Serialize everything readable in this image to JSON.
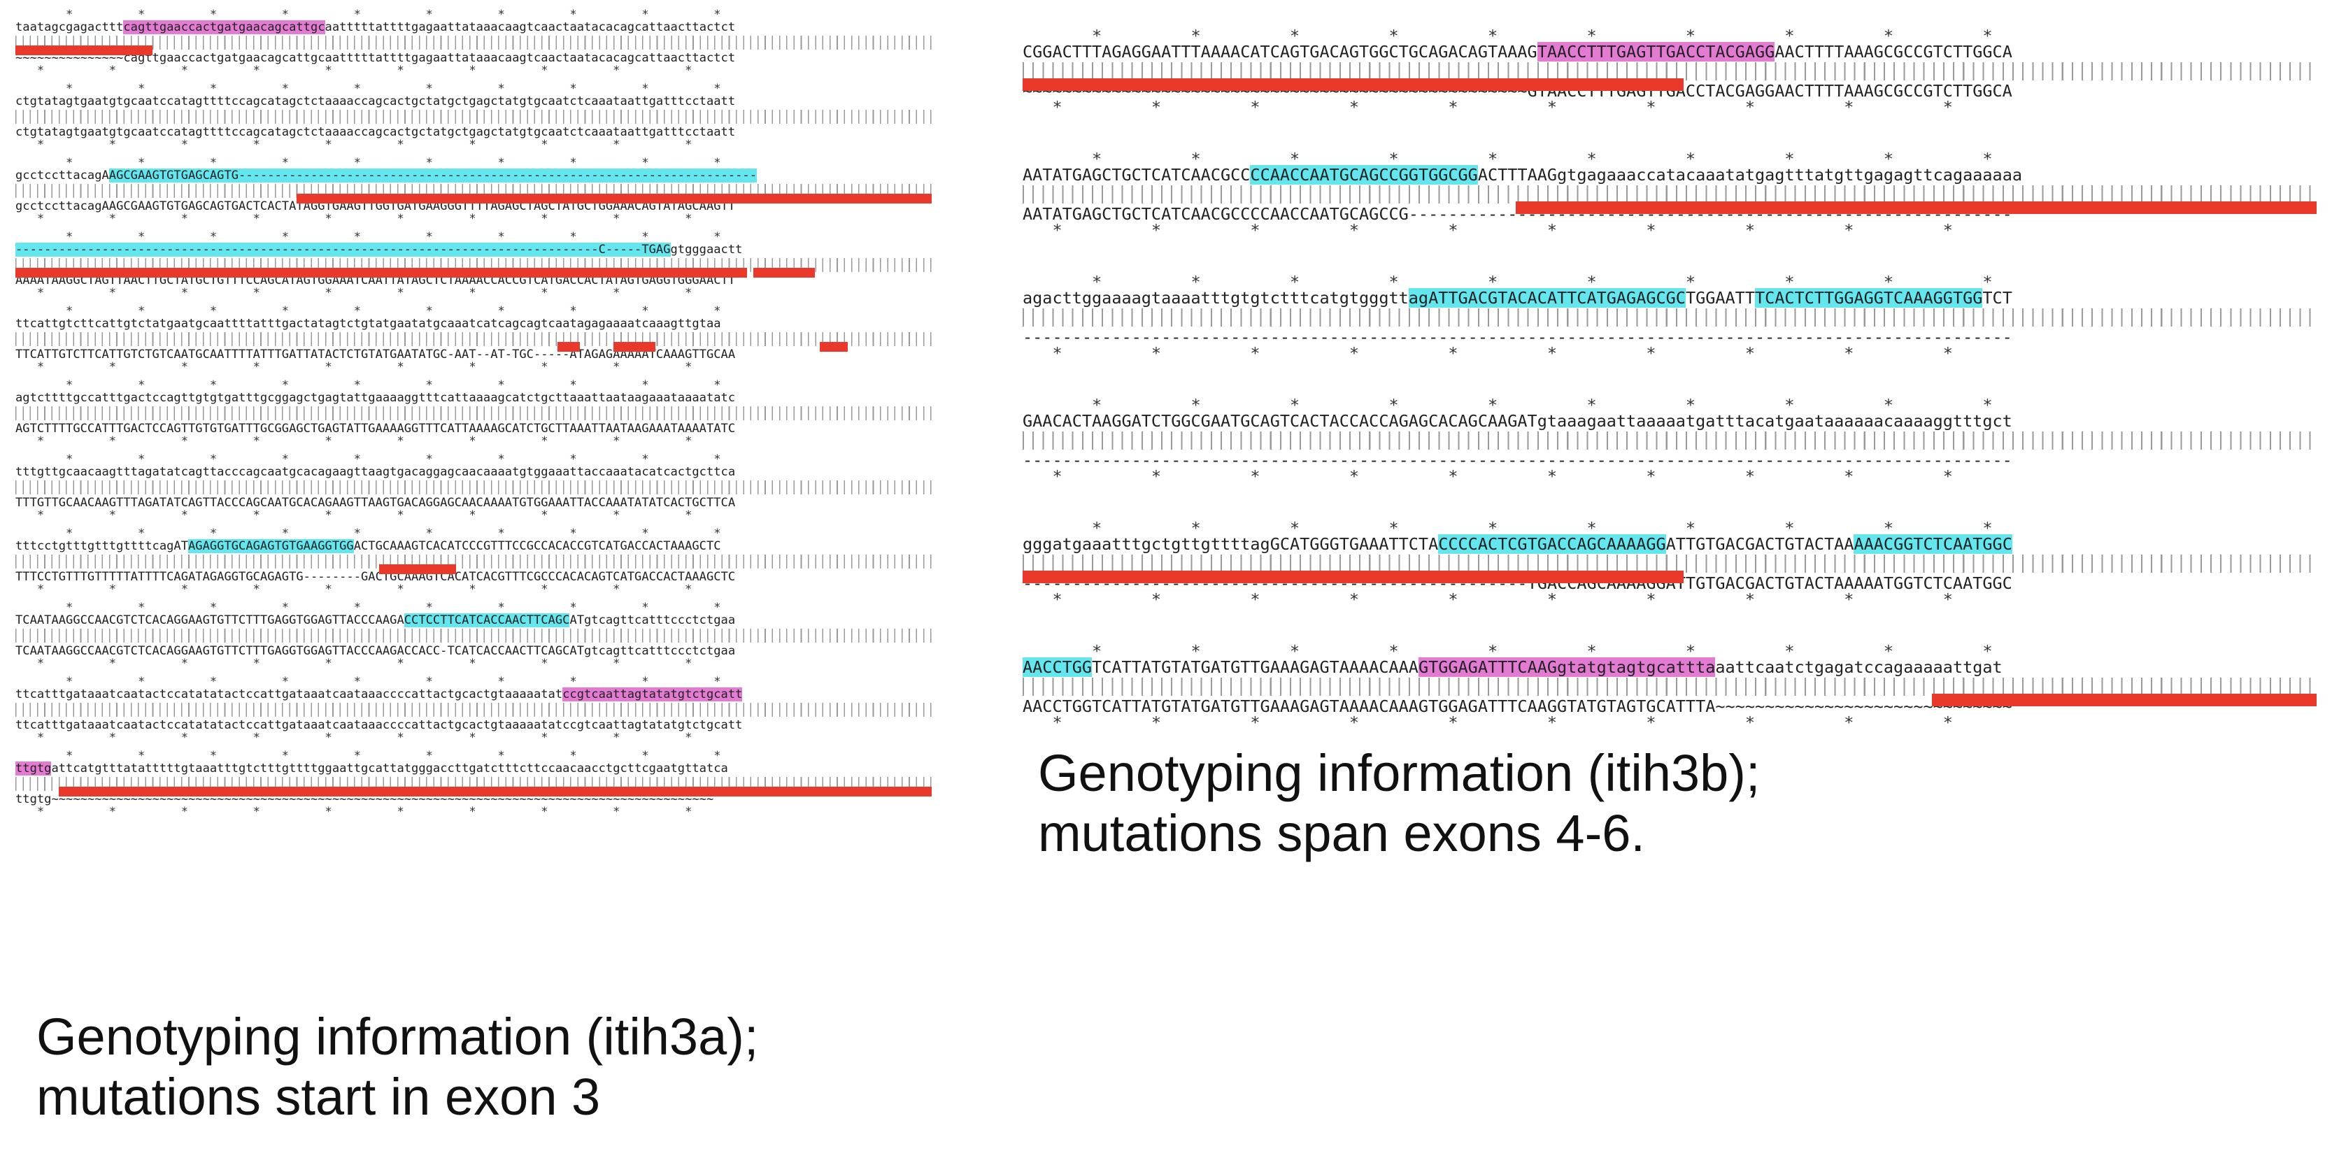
{
  "panel_a": {
    "caption_line1": "Genotyping information (itih3a);",
    "caption_line2": "mutations start in exon 3",
    "rows": [
      {
        "top_pre": "taatagcgagacttt",
        "top_hl": "cagttgaaccactgatgaacagcattgc",
        "top_post": "aatttttattttgagaattataaacaagtcaactaatacacagcattaacttactct",
        "bottom": "~~~~~~~~~~~~~~~cagttgaaccactgatgaacagcattgcaatttttattttgagaattataaacaagtcaactaatacacagcattaacttactct"
      },
      {
        "top_pre": "ctgtatagtgaatgtgcaatccatagttttccagcatagctctaaaaccagcactgctatgctgagctatgtgcaatctcaaataattgatttcctaatt",
        "top_hl": "",
        "top_post": "",
        "bottom": "ctgtatagtgaatgtgcaatccatagttttccagcatagctctaaaaccagcactgctatgctgagctatgtgcaatctcaaataattgatttcctaatt"
      },
      {
        "top_pre": "gcctccttacagA",
        "top_hl": "AGCGAAGTGTGAGCAGTG------------------------------------------------------------------------",
        "top_post": "",
        "bottom": "gcctccttacagAAGCGAAGTGTGAGCAGTGACTCACTATAGGTGAAGTTGGTGATGAAGGGTTTTAGAGCTAGCTATGCTGGAAACAGTATAGCAAGTT"
      },
      {
        "top_pre": "",
        "top_hl": "---------------------------------------------------------------------------------C-----TGAG",
        "top_post": "gtgggaactt",
        "bottom": "AAAATAAGGCTAGTTAACTTGCTATGCTGTTTCCAGCATAGTGGAAATCAATTATAGCTCTAAAACCACCGTCATGACCACTATAGTGAGGTGGGAACTT"
      },
      {
        "top_pre": "ttcattgtcttcattgtctatgaatgcaattttatttgactatagtctgtatgaatatgcaaatcatcagcagtcaatagagaa",
        "top_hl": "",
        "top_post": "aatcaaagttgtaa",
        "bottom": "TTCATTGTCTTCATTGTCTGTCAATGCAATTTTATTTGATTATACTCTGTATGAATATGC-AAT--AT-TGC-----ATAGAGAAAAATCAAAGTTGCAA"
      },
      {
        "top_pre": "agtcttttgccatttgactccagttgtgtgatttgcggagctgagtattgaaaaggtttcattaaaagcatctgcttaaattaataagaaataaaatatc",
        "top_hl": "",
        "top_post": "",
        "bottom": "AGTCTTTTGCCATTTGACTCCAGTTGTGTGATTTGCGGAGCTGAGTATTGAAAAGGTTTCATTAAAAGCATCTGCTTAAATTAATAAGAAATAAAATATC"
      },
      {
        "top_pre": "tttgttgcaacaagtttagatatcagttacccagcaatgcacagaagttaagtgacaggagcaacaaaatgtggaaattaccaaatacatcactgcttca",
        "top_hl": "",
        "top_post": "",
        "bottom": "TTTGTTGCAACAAGTTTAGATATCAGTTACCCAGCAATGCACAGAAGTTAAGTGACAGGAGCAACAAAATGTGGAAATTACCAAATATATCACTGCTTCA"
      },
      {
        "top_pre": "tttcctgtttgtttgttttcagAT",
        "top_hl": "AGAGGTGCAGAGTGTGAAGGTGG",
        "top_post": "ACTGCAAAGTCACATCCCGTTTCCGCCACACCGTCATGACCACTAAAGCTC",
        "bottom": "TTTCCTGTTTGTTTTTATTTTCAGATAGAGGTGCAGAGTG--------GACTGCAAAGTCACATCACGTTTCGCCCACACAGTCATGACCACTAAAGCTC"
      },
      {
        "top_pre": "TCAATAAGGCCAACGTCTCACAGGAAGTGTTCTTTGAGGTGGAGTTACCCAAGA",
        "top_hl": "CCTCCTTCATCACCAACTTCAGC",
        "top_post": "ATgtcagttcatttccctctgaa",
        "bottom": "TCAATAAGGCCAACGTCTCACAGGAAGTGTTCTTTGAGGTGGAGTTACCCAAGACCACC-TCATCACCAACTTCAGCATgtcagttcatttccctctgaa"
      },
      {
        "top_pre": "ttcatttgataaatcaatactccatatatactccattgataaatcaataaaccccattactgcactgtaaaaatat",
        "top_hl": "ccgtcaattagtatatgtctgcatt",
        "top_post": "",
        "bottom": "ttcatttgataaatcaatactccatatatactccattgataaatcaataaaccccattactgcactgtaaaaatatccgtcaattagtatatgtctgcatt"
      },
      {
        "top_pre": "",
        "top_hl": "ttgtg",
        "top_post": "attcatgtttatatttttgtaaatttgtctttgttttggaattgcattatgggaccttgatctttcttccaacaacctgcttcgaatgttatca",
        "bottom": "ttgtg~~~~~~~~~~~~~~~~~~~~~~~~~~~~~~~~~~~~~~~~~~~~~~~~~~~~~~~~~~~~~~~~~~~~~~~~~~~~~~~~~~~~~~~~~~~~"
      }
    ]
  },
  "panel_b": {
    "caption_line1": "Genotyping information (itih3b);",
    "caption_line2": "mutations span exons 4-6.",
    "rows": [
      {
        "top_pre": "CGGACTTTAGAGGAATTTAAAACATCAGTGACAGTGGCTGCAGACAGTAAAG",
        "top_hl": "TAACCTTTGAGTTGACCTACGAGG",
        "top_post": "AACTTTTAAAGCGCCGTCTTGGCA",
        "bottom": "~~~~~~~~~~~~~~~~~~~~~~~~~~~~~~~~~~~~~~~~~~~~~~~~~~~GTAACCTTTGAGTTGACCTACGAGGAACTTTTAAAGCGCCGTCTTGGCA"
      },
      {
        "top_pre": "AATATGAGCTGCTCATCAACGCC",
        "top_hl": "CCAACCAATGCAGCCGGTGGCGG",
        "top_post": "ACTTTAAGgtgagaaaccatacaaatatgagtttatgttgagagttcagaaaaaa",
        "bottom": "AATATGAGCTGCTCATCAACGCCCCAACCAATGCAGCCG-------------------------------------------------------------"
      },
      {
        "top_pre": "agacttggaaaagtaaaatttgtgtctttcatgtgggtt",
        "top_hl": "agATTGACGTACACATTCATGAGAGCGC",
        "top_post": "TGGAATT",
        "top_hl2": "TCACTCTTGGAGGTCAAAGGTGG",
        "top_post2": "TCT",
        "bottom": "----------------------------------------------------------------------------------------------------"
      },
      {
        "top_pre": "GAACACTAAGGATCTGGCGAATGCAGTCACTACCACCAGAGCACAGCAAGATgtaaagaattaaaaatgatttacatgaataaaaaacaaaaggtttgct",
        "top_hl": "",
        "top_post": "",
        "bottom": "----------------------------------------------------------------------------------------------------"
      },
      {
        "top_pre": "gggatgaaatttgctgttgttttagGCATGGGTGAAATTCTA",
        "top_hl": "CCCCACTCGTGACCAGCAAAAGG",
        "top_post": "ATTGTGACGACTGTACTAA",
        "top_hl2": "AAACGGTCTCAATGGC",
        "top_post2": "",
        "bottom": "---------------------------------------------------TGACCAGCAAAAGGATTGTGACGACTGTACTAAAAATGGTCTCAATGGC"
      },
      {
        "top_pre": "",
        "top_hl": "AACCTGG",
        "top_post": "TCATTATGTATGATGTTGAAAGAGTAAAACAAA",
        "top_hl2": "GTGGAGATTTCAAGgtatgtagtgcattta",
        "top_post2": "aattcaatctgagatccagaaaaattgat",
        "bottom": "AACCTGGTCATTATGTATGATGTTGAAAGAGTAAAACAAAGTGGAGATTTCAAGGTATGTAGTGCATTTA~~~~~~~~~~~~~~~~~~~~~~~~~~~~~~"
      }
    ]
  },
  "colors": {
    "deletion_bar": "#e8392a",
    "guide_magenta": "#e37bd3",
    "guide_cyan": "#63e6ee"
  }
}
